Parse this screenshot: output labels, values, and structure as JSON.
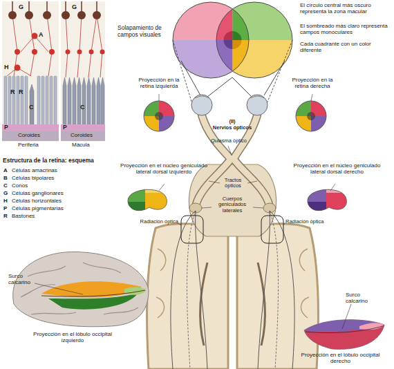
{
  "diagram": {
    "labels": [
      "G",
      "G",
      "A",
      "H",
      "R",
      "R",
      "C",
      "C",
      "P",
      "P",
      "Coroides",
      "Coroides",
      "Periferia",
      "Mácula",
      "Estructura de la retina: esquema",
      "A",
      "Células amacrinas",
      "B",
      "Células bipolares",
      "C",
      "Conos",
      "G",
      "Células ganglionares",
      "H",
      "Células horizontales",
      "P",
      "Células pigmentarias",
      "R",
      "Bastones",
      "Solapamiento de campos visuales",
      "El círculo central más oscuro representa la zona macular",
      "El sombreado más claro representa campos monoculares",
      "Cada cuadrante con un color diferente",
      "Proyección en la retina izquierda",
      "Proyección en la retina derecha",
      "(II)",
      "Nervios ópticos",
      "Quiasma óptico",
      "Proyección en el núcleo geniculado lateral dorsal izquierdo",
      "Proyección en el núcleo geniculado lateral dorsal derecho",
      "Tractos ópticos",
      "Cuerpos geniculados laterales",
      "Radiación óptica",
      "Radiación óptica",
      "Surco calcarino",
      "Surco calcarino",
      "Proyección en el lóbulo occipital izquierdo",
      "Proyección en el lóbulo occipital derecho"
    ]
  }
}
